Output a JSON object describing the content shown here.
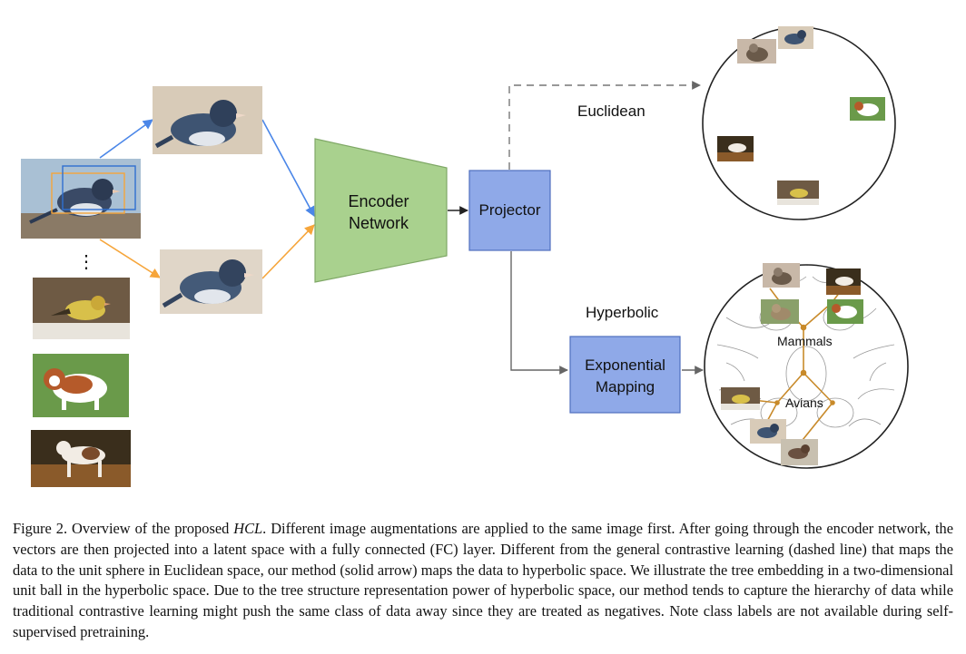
{
  "figure": {
    "encoder_label_line1": "Encoder",
    "encoder_label_line2": "Network",
    "projector_label": "Projector",
    "exp_label_line1": "Exponential",
    "exp_label_line2": "Mapping",
    "euclidean_label": "Euclidean",
    "hyperbolic_label": "Hyperbolic",
    "mammals_label": "Mammals",
    "avians_label": "Avians",
    "ellipsis": "⋮",
    "colors": {
      "encoder_fill": "#a9d18e",
      "encoder_stroke": "#7fa866",
      "box_fill": "#8fa9e8",
      "box_stroke": "#4f6fbf",
      "blue_arrow": "#4a86e8",
      "orange_arrow": "#f6a53a",
      "tree": "#c88a2a"
    }
  },
  "caption": {
    "prefix": "Figure 2. Overview of the proposed ",
    "method": "HCL",
    "body": ". Different image augmentations are applied to the same image first. After going through the encoder network, the vectors are then projected into a latent space with a fully connected (FC) layer. Different from the general contrastive learning (dashed line) that maps the data to the unit sphere in Euclidean space, our method (solid arrow) maps the data to hyperbolic space. We illustrate the tree embedding in a two-dimensional unit ball in the hyperbolic space. Due to the tree structure representation power of hyperbolic space, our method tends to capture the hierarchy of data while traditional contrastive learning might push the same class of data away since they are treated as negatives. Note class labels are not available during self-supervised pretraining."
  }
}
